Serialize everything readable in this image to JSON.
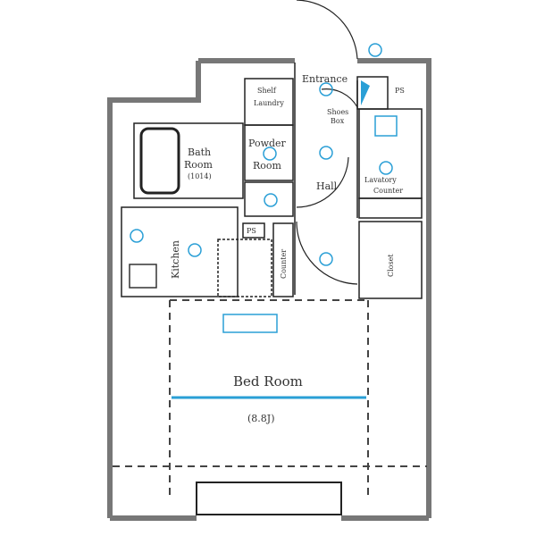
{
  "rooms": {
    "entrance": "Entrance",
    "shoes_box_line1": "Shoes",
    "shoes_box_line2": "Box",
    "ps_top": "PS",
    "shelf_line1": "Shelf",
    "shelf_line2": "Laundry",
    "bath_line1": "Bath",
    "bath_line2": "Room",
    "bath_size": "(1014)",
    "powder_line1": "Powder",
    "powder_line2": "Room",
    "hall": "Hall",
    "lavatory_line1": "Lavatory",
    "lavatory_line2": "Counter",
    "kitchen": "Kitchen",
    "ps_mid": "PS",
    "counter": "Counter",
    "closet": "Closet",
    "bedroom": "Bed Room",
    "bedroom_size": "(8.8J)"
  },
  "colors": {
    "wall": "#555555",
    "equipment": "#2a9fd6",
    "dash": "#444444"
  }
}
